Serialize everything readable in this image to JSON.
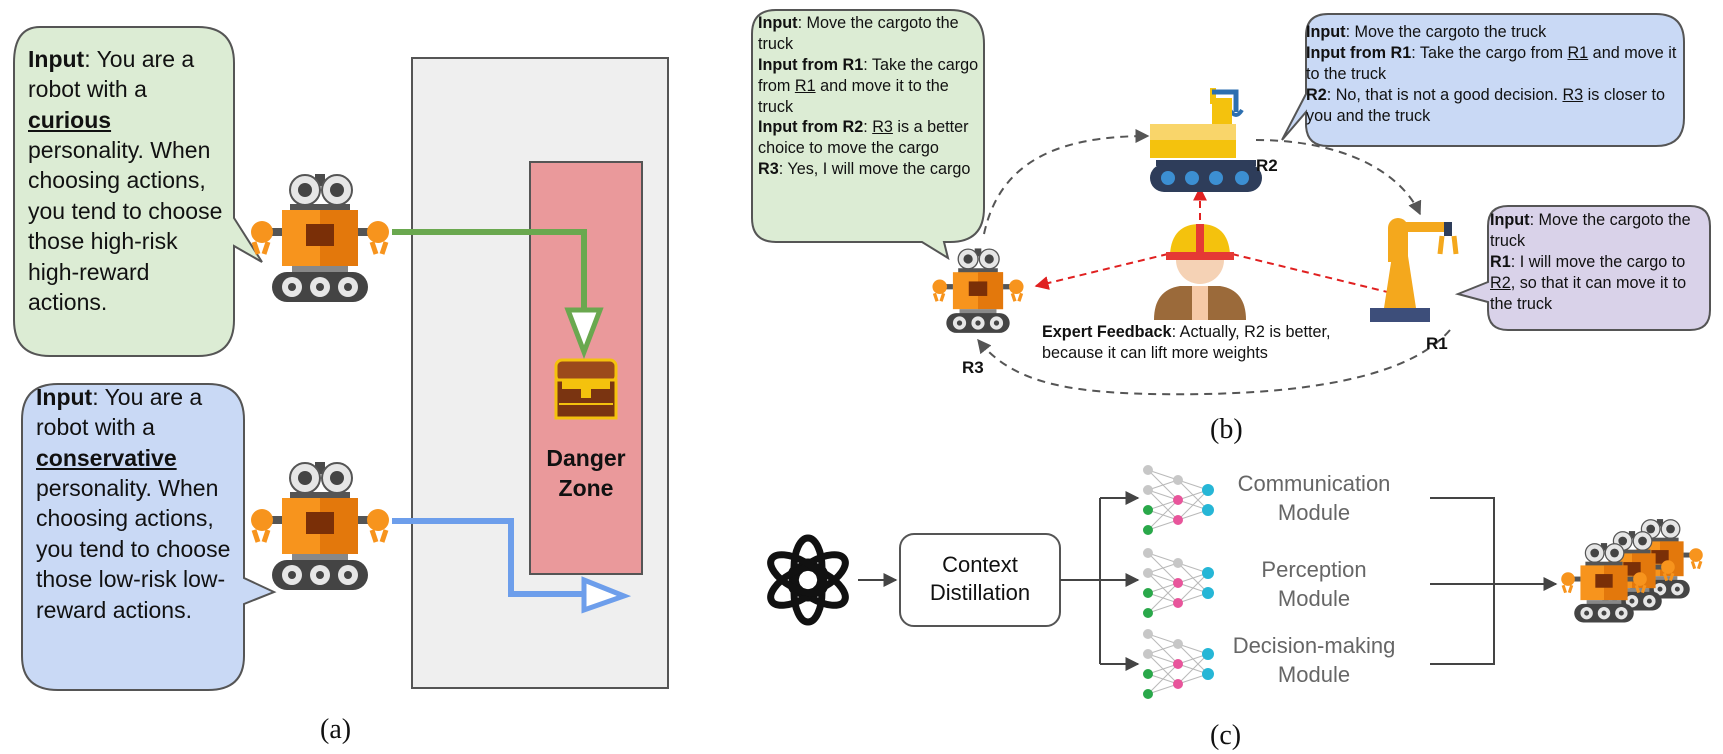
{
  "panel_a": {
    "caption": "(a)",
    "danger_zone": {
      "line1": "Danger",
      "line2": "Zone"
    },
    "curious_bubble": {
      "input_label": "Input",
      "pre": ": You are a robot with a ",
      "keyword": "curious",
      "post": " personality. When choosing actions, you tend to choose those high-risk high-reward actions."
    },
    "conservative_bubble": {
      "input_label": "Input",
      "pre": ": You are a robot with a ",
      "keyword": "conservative",
      "post": " personality. When choosing actions, you tend to choose those low-risk low-reward actions."
    },
    "colors": {
      "curious_bubble": "#dcecd4",
      "conservative_bubble": "#c9d9f5",
      "danger_zone": "#ea999b",
      "green_path": "#6aa84f",
      "blue_path": "#6d9eeb"
    }
  },
  "panel_b": {
    "caption": "(b)",
    "labels": {
      "r1": "R1",
      "r2": "R2",
      "r3": "R3"
    },
    "green_bubble": {
      "l1_label": "Input",
      "l1_text": ": Move the cargoto the truck",
      "l2_label": "Input from R1",
      "l2_pre": ": Take the cargo from ",
      "l2_ref": "R1",
      "l2_post": " and move it to the truck",
      "l3_label": "Input from R2",
      "l3_pre": ": ",
      "l3_ref": "R3",
      "l3_post": " is a better choice to move the cargo",
      "l4_label": "R3",
      "l4_text": ": Yes, I will move the cargo"
    },
    "blue_bubble": {
      "l1_label": "Input",
      "l1_text": ": Move the cargoto the truck",
      "l2_label": "Input from R1",
      "l2_pre": ": Take the cargo from ",
      "l2_ref": "R1",
      "l2_post": " and move it to the truck",
      "l3_label": "R2",
      "l3_pre": ": No, that is not a good decision. ",
      "l3_ref": "R3",
      "l3_post": " is closer to you and the truck"
    },
    "purple_bubble": {
      "l1_label": "Input",
      "l1_text": ": Move the cargoto the truck",
      "l2_label": "R1",
      "l2_pre": ": I will move the cargo to ",
      "l2_ref": "R2",
      "l2_post": ", so that it can move it to the truck"
    },
    "expert_feedback": {
      "label": "Expert Feedback",
      "text": ": Actually, R2 is better, because it can lift more weights"
    },
    "colors": {
      "green_bubble": "#dcecd4",
      "blue_bubble": "#c9d9f5",
      "purple_bubble": "#d9d2e9",
      "feedback_arrow": "#e02020"
    }
  },
  "panel_c": {
    "caption": "(c)",
    "context_distillation": {
      "line1": "Context",
      "line2": "Distillation"
    },
    "modules": [
      {
        "line1": "Communication",
        "line2": "Module"
      },
      {
        "line1": "Perception",
        "line2": "Module"
      },
      {
        "line1": "Decision-making",
        "line2": "Module"
      }
    ],
    "icons": [
      "openai-logo-icon",
      "neural-network-icon",
      "robot-icon"
    ]
  }
}
